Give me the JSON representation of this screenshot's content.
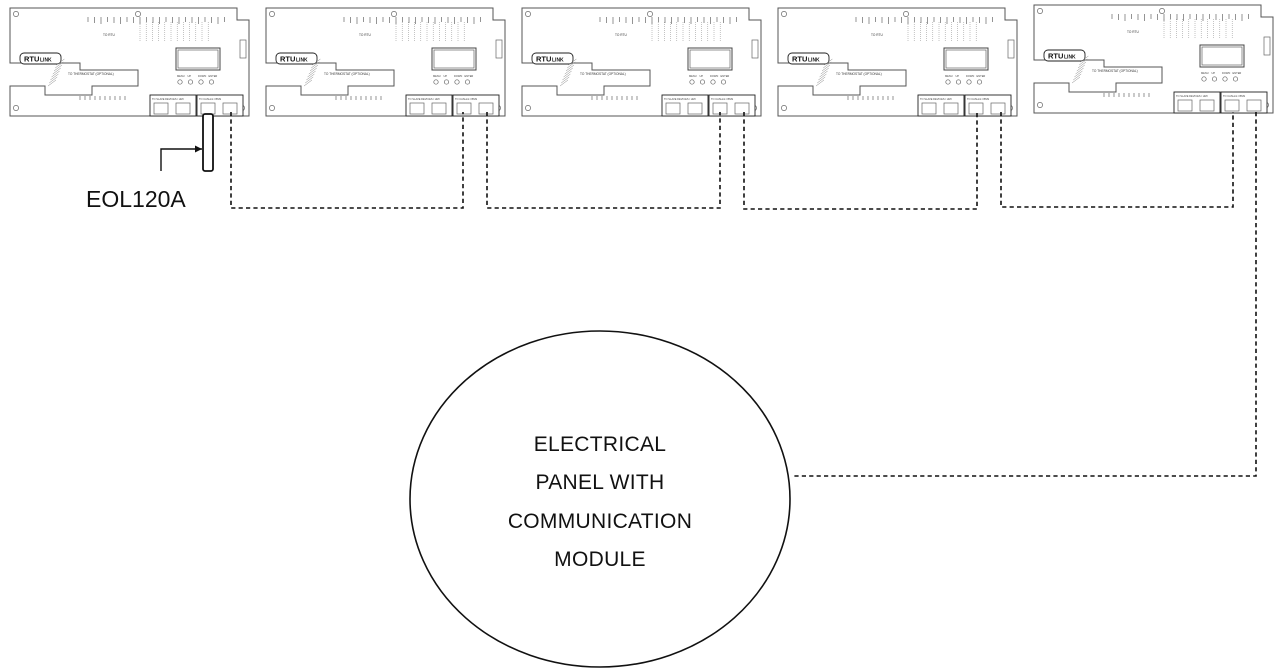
{
  "boards": [
    {
      "logo": {
        "main": "RTU",
        "suffix": "LINK"
      },
      "top_label": "TO RTU",
      "thermostat_label": "TO THERMOSTAT (OPTIONAL)",
      "buttons": [
        "MENU",
        "UP",
        "DOWN",
        "ENTER"
      ],
      "slave_label": "TO SLAVE DEVICES / HMI",
      "cas_label": "TO CASLink / BMS"
    },
    {
      "logo": {
        "main": "RTU",
        "suffix": "LINK"
      },
      "top_label": "TO RTU",
      "thermostat_label": "TO THERMOSTAT (OPTIONAL)",
      "buttons": [
        "MENU",
        "UP",
        "DOWN",
        "ENTER"
      ],
      "slave_label": "TO SLAVE DEVICES / HMI",
      "cas_label": "TO CASLink / BMS"
    },
    {
      "logo": {
        "main": "RTU",
        "suffix": "LINK"
      },
      "top_label": "TO RTU",
      "thermostat_label": "TO THERMOSTAT (OPTIONAL)",
      "buttons": [
        "MENU",
        "UP",
        "DOWN",
        "ENTER"
      ],
      "slave_label": "TO SLAVE DEVICES / HMI",
      "cas_label": "TO CASLink / BMS"
    },
    {
      "logo": {
        "main": "RTU",
        "suffix": "LINK"
      },
      "top_label": "TO RTU",
      "thermostat_label": "TO THERMOSTAT (OPTIONAL)",
      "buttons": [
        "MENU",
        "UP",
        "DOWN",
        "ENTER"
      ],
      "slave_label": "TO SLAVE DEVICES / HMI",
      "cas_label": "TO CASLink / BMS"
    },
    {
      "logo": {
        "main": "RTU",
        "suffix": "LINK"
      },
      "top_label": "TO RTU",
      "thermostat_label": "TO THERMOSTAT (OPTIONAL)",
      "buttons": [
        "MENU",
        "UP",
        "DOWN",
        "ENTER"
      ],
      "slave_label": "TO SLAVE DEVICES / HMI",
      "cas_label": "TO CASLink / BMS"
    }
  ],
  "terminator": {
    "label": "EOL120A"
  },
  "panel": {
    "lines": [
      "ELECTRICAL",
      "PANEL WITH",
      "COMMUNICATION",
      "MODULE"
    ]
  }
}
